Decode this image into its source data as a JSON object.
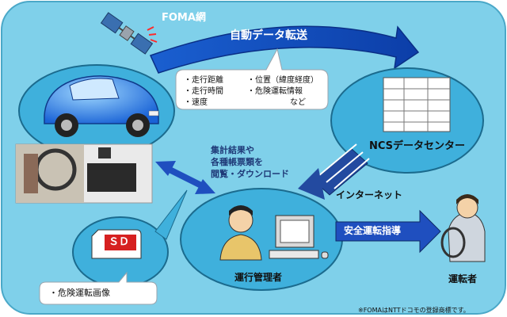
{
  "network": {
    "foma_label": "FOMA網",
    "transfer_label": "自動データ転送"
  },
  "data_items": {
    "left": [
      "・走行距離",
      "・走行時間",
      "・速度"
    ],
    "right": [
      "・位置（緯度経度）",
      "・危険運転情報",
      "など"
    ]
  },
  "center": {
    "name": "NCSデータセンター"
  },
  "browse": {
    "lines": [
      "集計結果や",
      "各種帳票類を",
      "閲覧・ダウンロード"
    ]
  },
  "internet": {
    "label": "インターネット"
  },
  "manager": {
    "label": "運行管理者"
  },
  "safety": {
    "label": "安全運転指導"
  },
  "driver": {
    "label": "運転者"
  },
  "sd": {
    "card_label": "ＳＤ",
    "caption": "・危険運転画像"
  },
  "footnote": "※FOMAはNTTドコモの登録商標です。",
  "colors": {
    "background": "#7fd0ea",
    "bubble": "#3fb0dc",
    "accent": "#1f4fbf",
    "sd_red": "#d62020"
  }
}
